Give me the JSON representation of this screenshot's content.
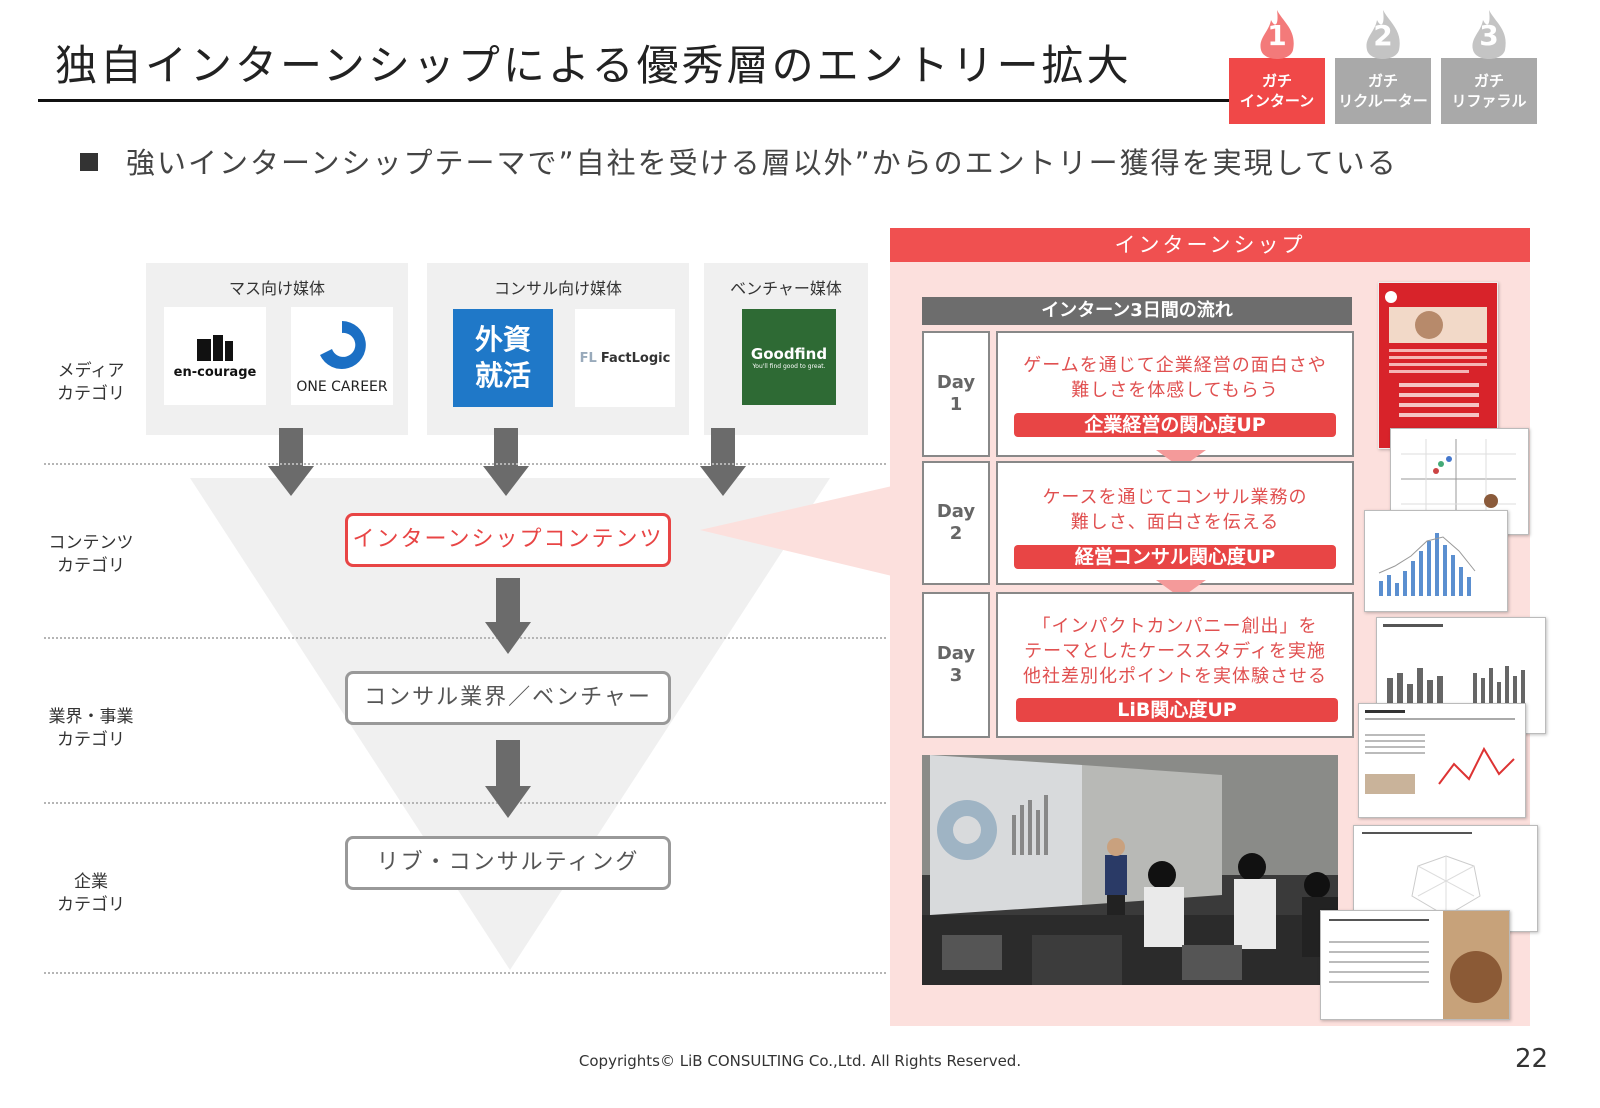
{
  "title": "独自インターンシップによる優秀層のエントリー拡大",
  "tabs": [
    {
      "num": "1",
      "line1": "ガチ",
      "line2": "インターン",
      "active": true
    },
    {
      "num": "2",
      "line1": "ガチ",
      "line2": "リクルーター",
      "active": false
    },
    {
      "num": "3",
      "line1": "ガチ",
      "line2": "リファラル",
      "active": false
    }
  ],
  "subtitle": "強いインターンシップテーマで”自社を受ける層以外”からのエントリー獲得を実現している",
  "media": {
    "mass": {
      "label": "マス向け媒体",
      "logo1": "en-courage",
      "logo2": "ONE CAREER"
    },
    "consul": {
      "label": "コンサル向け媒体",
      "logo1_l1": "外資",
      "logo1_l2": "就活",
      "logo2": "FactLogic"
    },
    "venture": {
      "label": "ベンチャー媒体",
      "logo1": "Goodfind",
      "logo1_tag": "You'll find good to great."
    }
  },
  "rows": {
    "media": {
      "l1": "メディア",
      "l2": "カテゴリ"
    },
    "content": {
      "l1": "コンテンツ",
      "l2": "カテゴリ"
    },
    "industry": {
      "l1": "業界・事業",
      "l2": "カテゴリ"
    },
    "company": {
      "l1": "企業",
      "l2": "カテゴリ"
    }
  },
  "funnel": {
    "content": "インターンシップコンテンツ",
    "industry": "コンサル業界／ベンチャー",
    "company": "リブ・コンサルティング"
  },
  "panel": {
    "head": "インターンシップ",
    "flow_head": "インターン3日間の流れ",
    "days": [
      {
        "day": "Day",
        "n": "1",
        "desc1": "ゲームを通じて企業経営の面白さや",
        "desc2": "難しさを体感してもらう",
        "desc3": "",
        "pill": "企業経営の関心度UP"
      },
      {
        "day": "Day",
        "n": "2",
        "desc1": "ケースを通じてコンサル業務の",
        "desc2": "難しさ、面白さを伝える",
        "desc3": "",
        "pill": "経営コンサル関心度UP"
      },
      {
        "day": "Day",
        "n": "3",
        "desc1": "「インパクトカンパニー創出」を",
        "desc2": "テーマとしたケーススタディを実施",
        "desc3": "他社差別化ポイントを実体験させる",
        "pill": "LiB関心度UP"
      }
    ]
  },
  "footer": "Copyrights© LiB CONSULTING Co.,Ltd.  All Rights Reserved.",
  "page_number": "22",
  "colors": {
    "accent": "#f05050",
    "panel_bg": "#fce0dd",
    "arrow": "#6b6b6b"
  }
}
